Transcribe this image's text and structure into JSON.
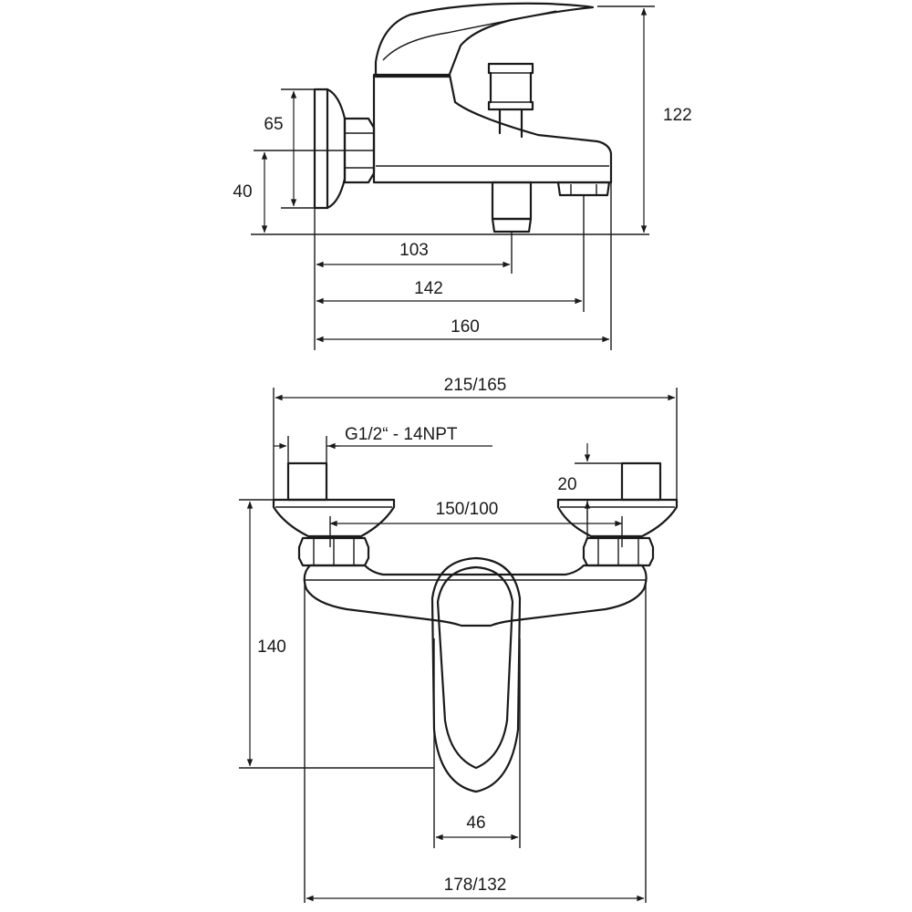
{
  "side_view": {
    "dims": {
      "height_65": "65",
      "height_40": "40",
      "height_122": "122",
      "len_103": "103",
      "len_142": "142",
      "len_160": "160"
    }
  },
  "top_view": {
    "dims": {
      "width_overall": "215/165",
      "thread": "G1/2“ - 14NPT",
      "cap_20": "20",
      "centers": "150/100",
      "depth_140": "140",
      "lever_46": "46",
      "body_width": "178/132"
    }
  }
}
